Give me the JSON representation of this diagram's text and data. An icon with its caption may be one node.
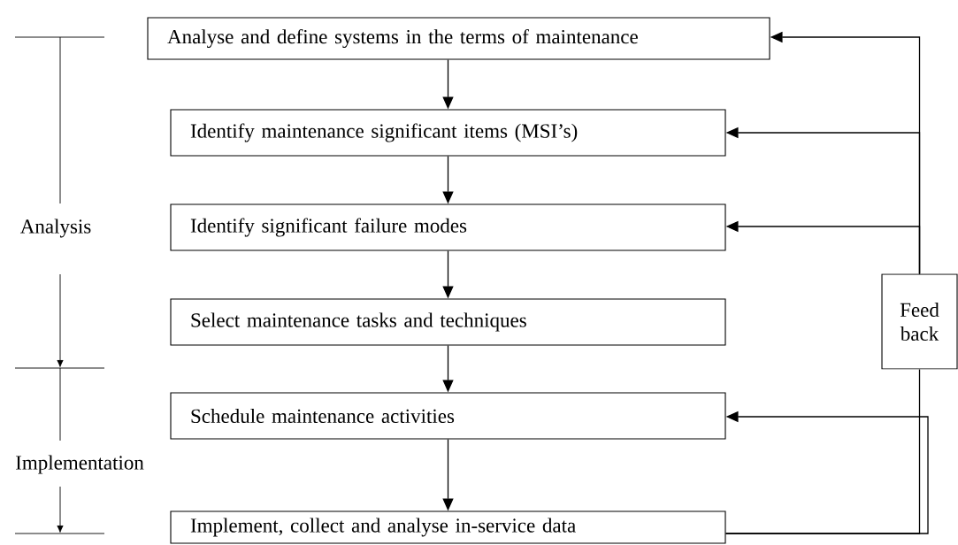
{
  "diagram": {
    "nodes": [
      {
        "text": [
          "Analyse and define systems in the terms of maintenance"
        ]
      },
      {
        "text": [
          "Identify maintenance significant items (MSI’s)"
        ]
      },
      {
        "text": [
          "Identify significant failure modes"
        ]
      },
      {
        "text": [
          "Select maintenance tasks and techniques"
        ]
      },
      {
        "text": [
          "Schedule maintenance activities"
        ]
      },
      {
        "text": [
          "Implement, collect and analyse in-service data"
        ]
      },
      {
        "text": [
          "Feed back"
        ]
      }
    ],
    "edges": [
      {
        "from": 0,
        "to": 1,
        "arrow": "to"
      },
      {
        "from": 1,
        "to": 2,
        "arrow": "to"
      },
      {
        "from": 2,
        "to": 3,
        "arrow": "to"
      },
      {
        "from": 3,
        "to": 4,
        "arrow": "to"
      },
      {
        "from": 4,
        "to": 5,
        "arrow": "to"
      },
      {
        "from": 5,
        "to": 6,
        "arrow": "none"
      },
      {
        "from": 5,
        "to": 4,
        "arrow": "to"
      },
      {
        "from": 6,
        "to": 2,
        "arrow": "to"
      },
      {
        "from": 6,
        "to": 1,
        "arrow": "to"
      },
      {
        "from": 6,
        "to": 0,
        "arrow": "to"
      }
    ],
    "labels": [
      "Analysis",
      "Implementation"
    ]
  }
}
